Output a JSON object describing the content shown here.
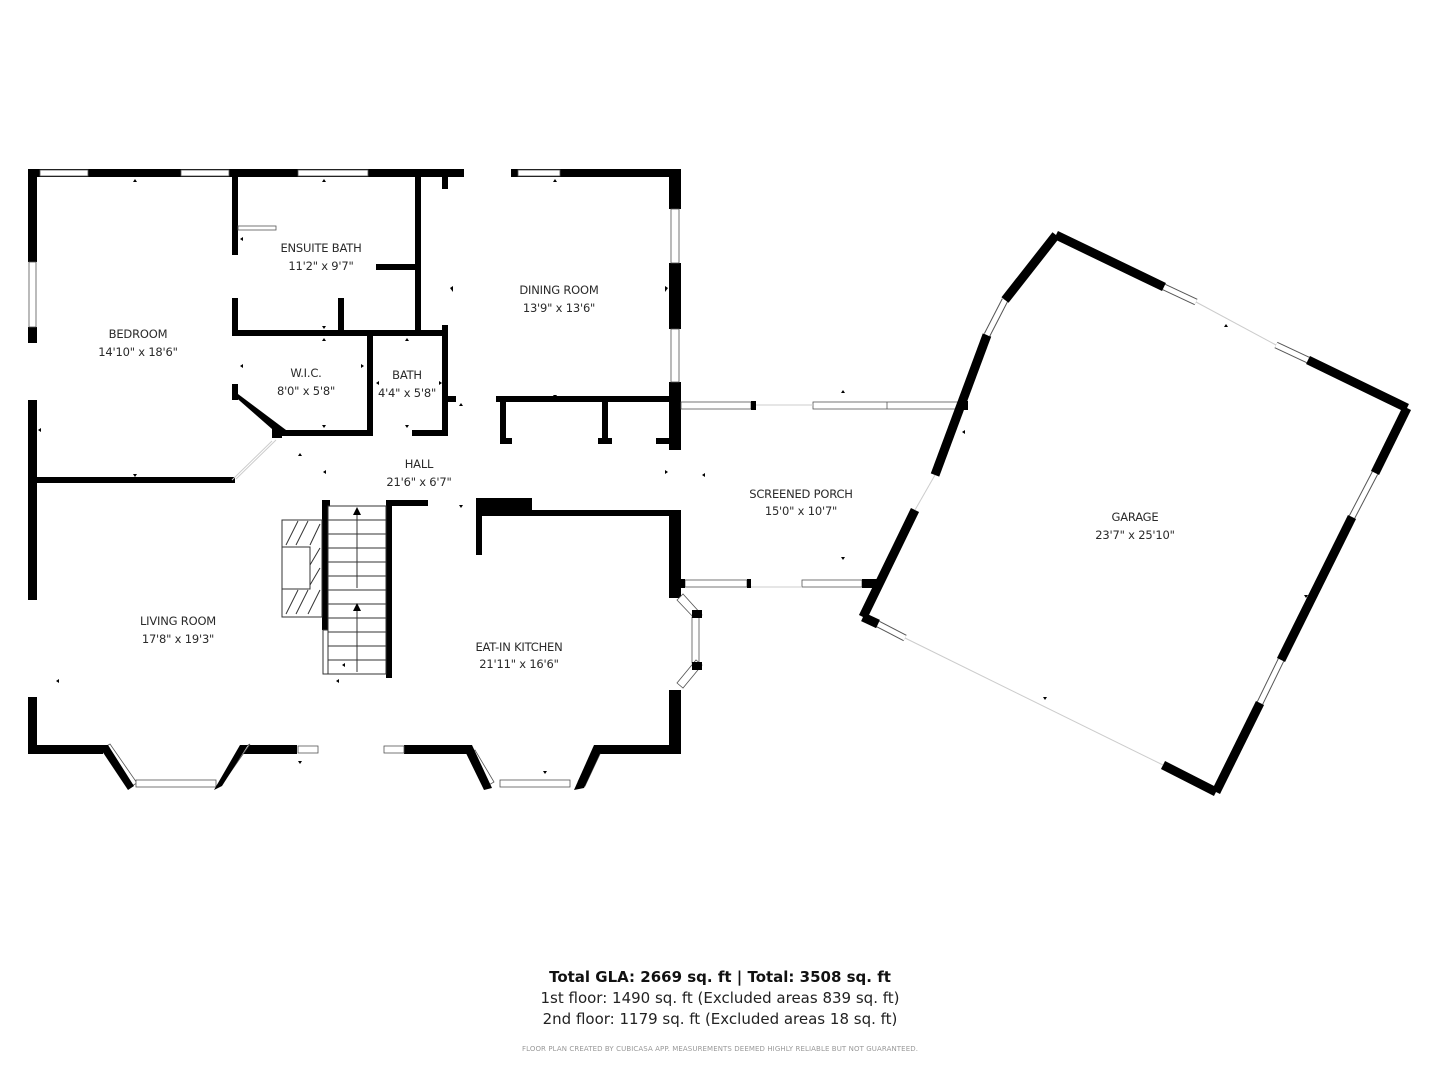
{
  "rooms": {
    "bedroom": {
      "name": "BEDROOM",
      "size": "14'10\" x 18'6\""
    },
    "ensuite_bath": {
      "name": "ENSUITE BATH",
      "size": "11'2\" x 9'7\""
    },
    "dining_room": {
      "name": "DINING ROOM",
      "size": "13'9\" x 13'6\""
    },
    "wic": {
      "name": "W.I.C.",
      "size": "8'0\" x 5'8\""
    },
    "bath": {
      "name": "BATH",
      "size": "4'4\" x 5'8\""
    },
    "hall": {
      "name": "HALL",
      "size": "21'6\" x 6'7\""
    },
    "living_room": {
      "name": "LIVING ROOM",
      "size": "17'8\" x 19'3\""
    },
    "eat_in_kitchen": {
      "name": "EAT-IN KITCHEN",
      "size": "21'11\" x 16'6\""
    },
    "screened_porch": {
      "name": "SCREENED PORCH",
      "size": "15'0\" x 10'7\""
    },
    "garage": {
      "name": "GARAGE",
      "size": "23'7\" x 25'10\""
    }
  },
  "summary": {
    "total": "Total GLA: 2669 sq. ft | Total: 3508 sq. ft",
    "floor1": "1st floor: 1490 sq. ft (Excluded areas 839 sq. ft)",
    "floor2": "2nd floor: 1179 sq. ft (Excluded areas 18 sq. ft)"
  },
  "disclaimer": "FLOOR PLAN CREATED BY CUBICASA APP. MEASUREMENTS DEEMED HIGHLY RELIABLE BUT NOT GUARANTEED.",
  "colors": {
    "wall": "#000000",
    "background": "#ffffff",
    "label": "#2a2a2a",
    "disclaimer": "#999999"
  }
}
